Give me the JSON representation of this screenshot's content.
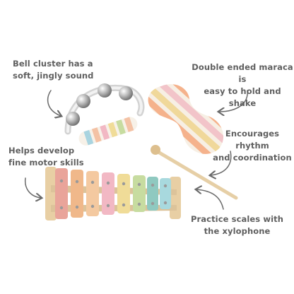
{
  "callouts": {
    "bell": {
      "line1": "Bell cluster has a",
      "line2": "soft, jingly sound"
    },
    "maraca": {
      "line1": "Double ended maraca is",
      "line2": "easy to hold and shake"
    },
    "rhythm": {
      "line1": "Encourages rhythm",
      "line2": "and coordination"
    },
    "motor": {
      "line1": "Helps develop",
      "line2": "fine motor skills"
    },
    "xylophone": {
      "line1": "Practice scales with",
      "line2": "the xylophone"
    }
  },
  "colors": {
    "text": "#5f5f5f",
    "wood": "#e8cfa4",
    "bars": [
      "#e9a49a",
      "#f0b88a",
      "#f4c9a0",
      "#f2b8c4",
      "#f0dc98",
      "#c7dca0",
      "#8fc9c0",
      "#a8d9de"
    ]
  }
}
